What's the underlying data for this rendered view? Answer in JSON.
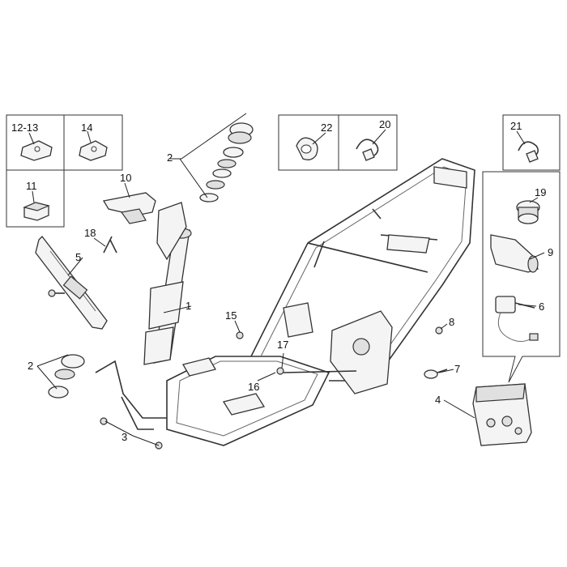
{
  "labels": {
    "l1": "1",
    "l2a": "2",
    "l2b": "2",
    "l3": "3",
    "l4": "4",
    "l5": "5",
    "l6": "6",
    "l7": "7",
    "l8": "8",
    "l9": "9",
    "l10": "10",
    "l11": "11",
    "l12_13": "12-13",
    "l14": "14",
    "l15": "15",
    "l16": "16",
    "l17": "17",
    "l18": "18",
    "l19": "19",
    "l20": "20",
    "l21": "21",
    "l22": "22"
  }
}
